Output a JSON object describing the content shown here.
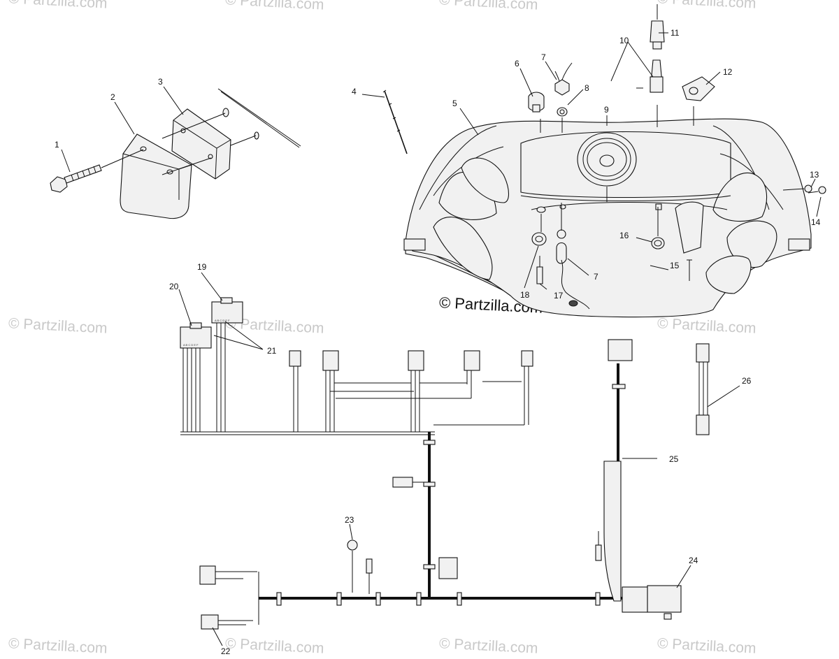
{
  "watermarks": [
    "© Partzilla.com"
  ],
  "center_watermark": "© Partzilla.com",
  "callouts": {
    "c1": "1",
    "c2": "2",
    "c3": "3",
    "c4": "4",
    "c5": "5",
    "c6": "6",
    "c7a": "7",
    "c7b": "7",
    "c8": "8",
    "c9": "9",
    "c10": "10",
    "c11": "11",
    "c12": "12",
    "c13": "13",
    "c14": "14",
    "c15": "15",
    "c16": "16",
    "c17": "17",
    "c18": "18",
    "c19": "19",
    "c20": "20",
    "c21": "21",
    "c22": "22",
    "c23": "23",
    "c24": "24",
    "c25": "25",
    "c26": "26"
  },
  "connector_pins": {
    "p19": "A B C D E F",
    "p20": "A B C D E F"
  }
}
